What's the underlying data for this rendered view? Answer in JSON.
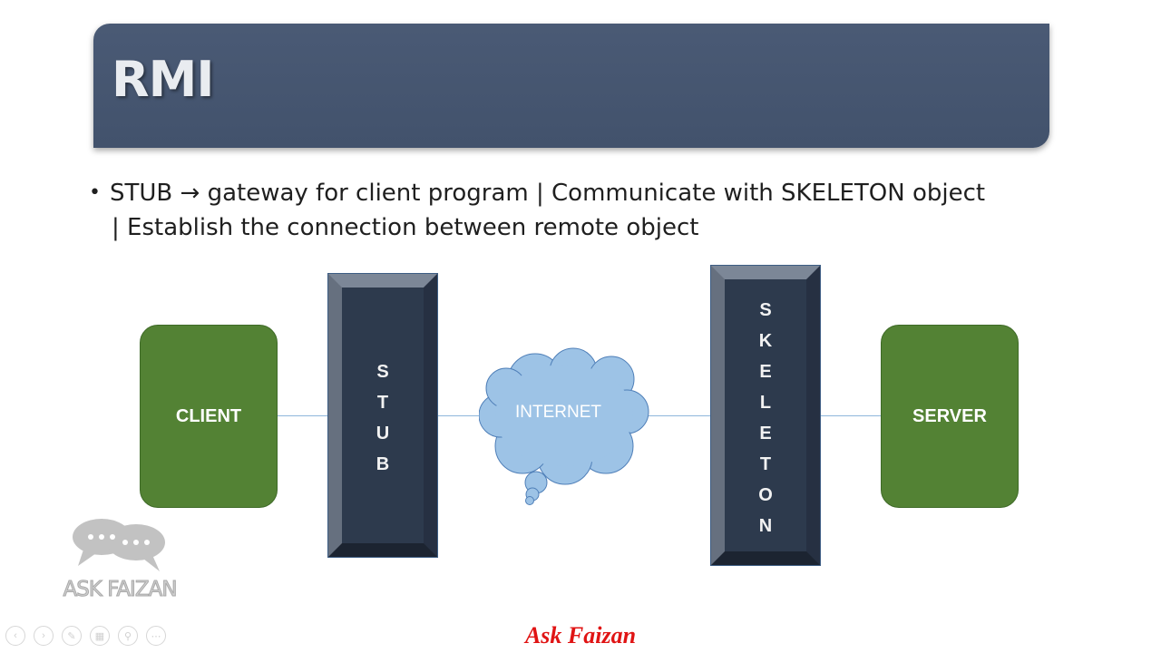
{
  "slide": {
    "title": "RMI",
    "bullet": {
      "marker": "•",
      "line1": "STUB → gateway for client program | Communicate with SKELETON object",
      "line2": "| Establish the connection between remote object"
    }
  },
  "diagram": {
    "client_label": "CLIENT",
    "server_label": "SERVER",
    "internet_label": "INTERNET",
    "stub_letters": [
      "S",
      "T",
      "U",
      "B"
    ],
    "skeleton_letters": [
      "S",
      "K",
      "E",
      "L",
      "E",
      "T",
      "O",
      "N"
    ]
  },
  "logo": {
    "text": "ASK FAIZAN"
  },
  "footer": {
    "text": "Ask Faizan"
  },
  "toolbar": {
    "icons": [
      "prev-icon",
      "next-icon",
      "pen-icon",
      "slides-icon",
      "zoom-icon",
      "more-icon"
    ],
    "glyphs": [
      "‹",
      "›",
      "✎",
      "▦",
      "⚲",
      "⋯"
    ]
  },
  "colors": {
    "title_bg": "#44546a",
    "green_box": "#538234",
    "dark_box": "#2d3a4d",
    "cloud": "#9dc3e6",
    "footer_red": "#e01414"
  }
}
